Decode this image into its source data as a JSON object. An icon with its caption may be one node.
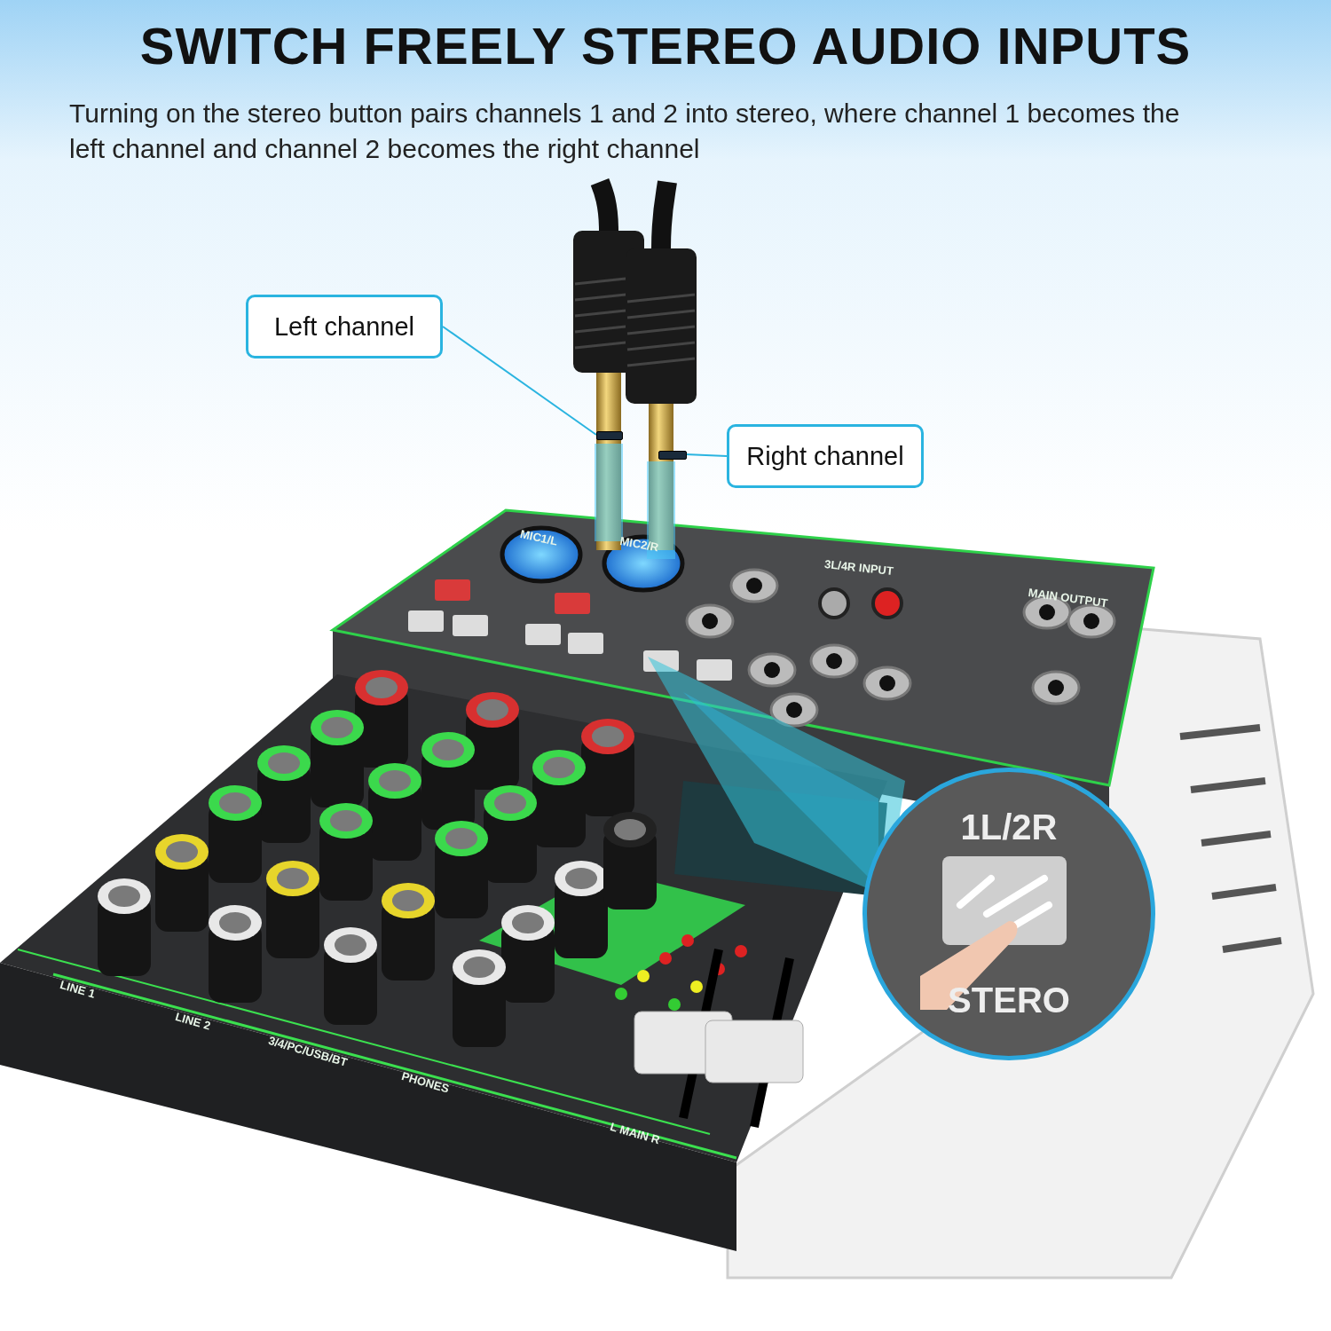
{
  "diagram": {
    "title": "SWITCH FREELY STEREO AUDIO INPUTS",
    "caption": "Turning on the stereo button pairs channels 1 and 2 into stereo, where channel 1 becomes the left channel and channel 2 becomes the right channel",
    "nodes": [
      {
        "text": [
          "Left channel"
        ]
      },
      {
        "text": [
          "Right channel"
        ]
      },
      {
        "text": [],
        "shape": "box"
      },
      {
        "text": [],
        "shape": "box"
      },
      {
        "text": [
          "1L/2R",
          "STERO"
        ]
      }
    ],
    "edges": [
      {
        "from": 0,
        "to": 2,
        "arrow": "none"
      },
      {
        "from": 1,
        "to": 3,
        "arrow": "none"
      }
    ],
    "labels": [
      "MIC1/L",
      "MIC2/R",
      "3L/4R INPUT",
      "MAIN OUTPUT",
      "LINE 1",
      "LINE 2",
      "3/4/PC/USB/BT",
      "PHONES",
      "L MAIN R"
    ]
  }
}
